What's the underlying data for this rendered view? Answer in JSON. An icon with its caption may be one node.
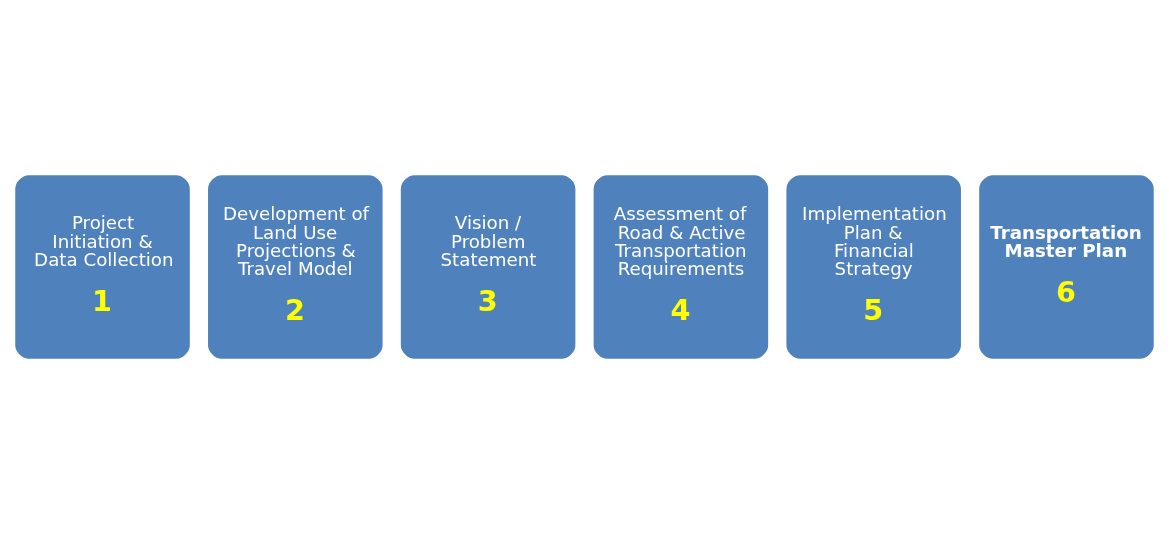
{
  "diagram": {
    "nodes": [
      {
        "text": [
          "Project Initiation & Data Collection",
          "1"
        ]
      },
      {
        "text": [
          "Development of Land Use Projections & Travel Model",
          "2"
        ]
      },
      {
        "text": [
          "Vision / Problem Statement",
          "3"
        ]
      },
      {
        "text": [
          "Assessment of Road & Active Transportation Requirements",
          "4"
        ]
      },
      {
        "text": [
          "Implementation Plan & Financial Strategy",
          "5"
        ]
      },
      {
        "text": [
          "Transportation Master Plan",
          "6"
        ]
      }
    ],
    "edges": []
  }
}
